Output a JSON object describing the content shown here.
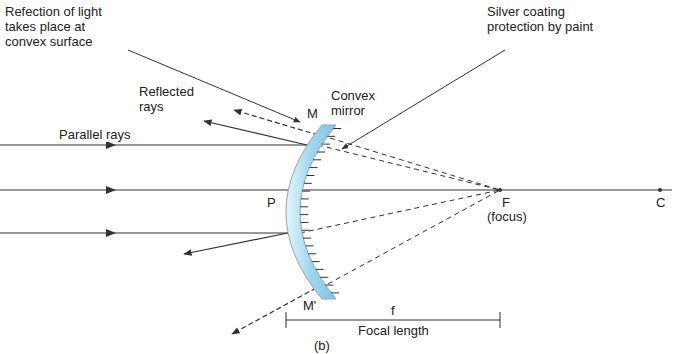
{
  "diagram": {
    "labels": [
      "Refection of light takes place at convex surface",
      "Silver coating protection by paint",
      "Reflected rays",
      "Convex mirror",
      "M",
      "Parallel rays",
      "P",
      "F",
      "(focus)",
      "C",
      "M'",
      "f",
      "Focal length",
      "(b)"
    ]
  }
}
